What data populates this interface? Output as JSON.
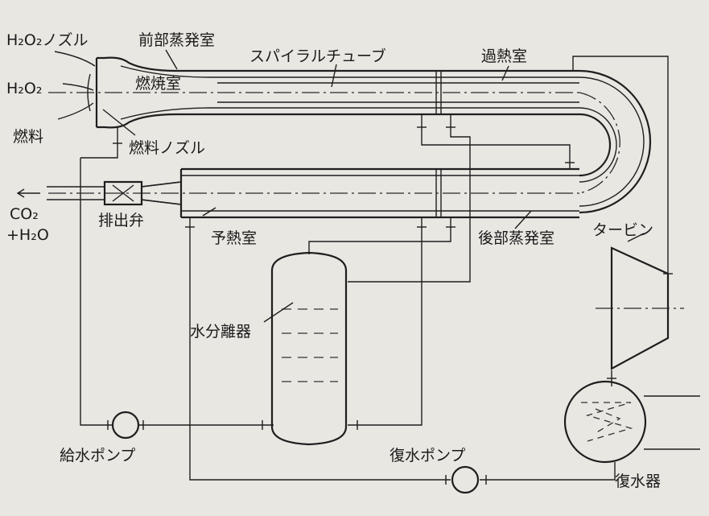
{
  "labels": {
    "h2o2_nozzle": "H₂O₂ノズル",
    "front_evaporator": "前部蒸発室",
    "spiral_tube": "スパイラルチューブ",
    "superheater": "過熱室",
    "h2o2": "H₂O₂",
    "combustion_chamber": "燃焼室",
    "fuel": "燃料",
    "fuel_nozzle": "燃料ノズル",
    "exhaust_co2": "CO₂",
    "exhaust_h2o": "+H₂O",
    "exhaust_valve": "排出弁",
    "preheater": "予熱室",
    "rear_evaporator": "後部蒸発室",
    "turbine": "タービン",
    "water_separator": "水分離器",
    "feed_pump": "給水ポンプ",
    "condensate_pump": "復水ポンプ",
    "condenser": "復水器"
  }
}
